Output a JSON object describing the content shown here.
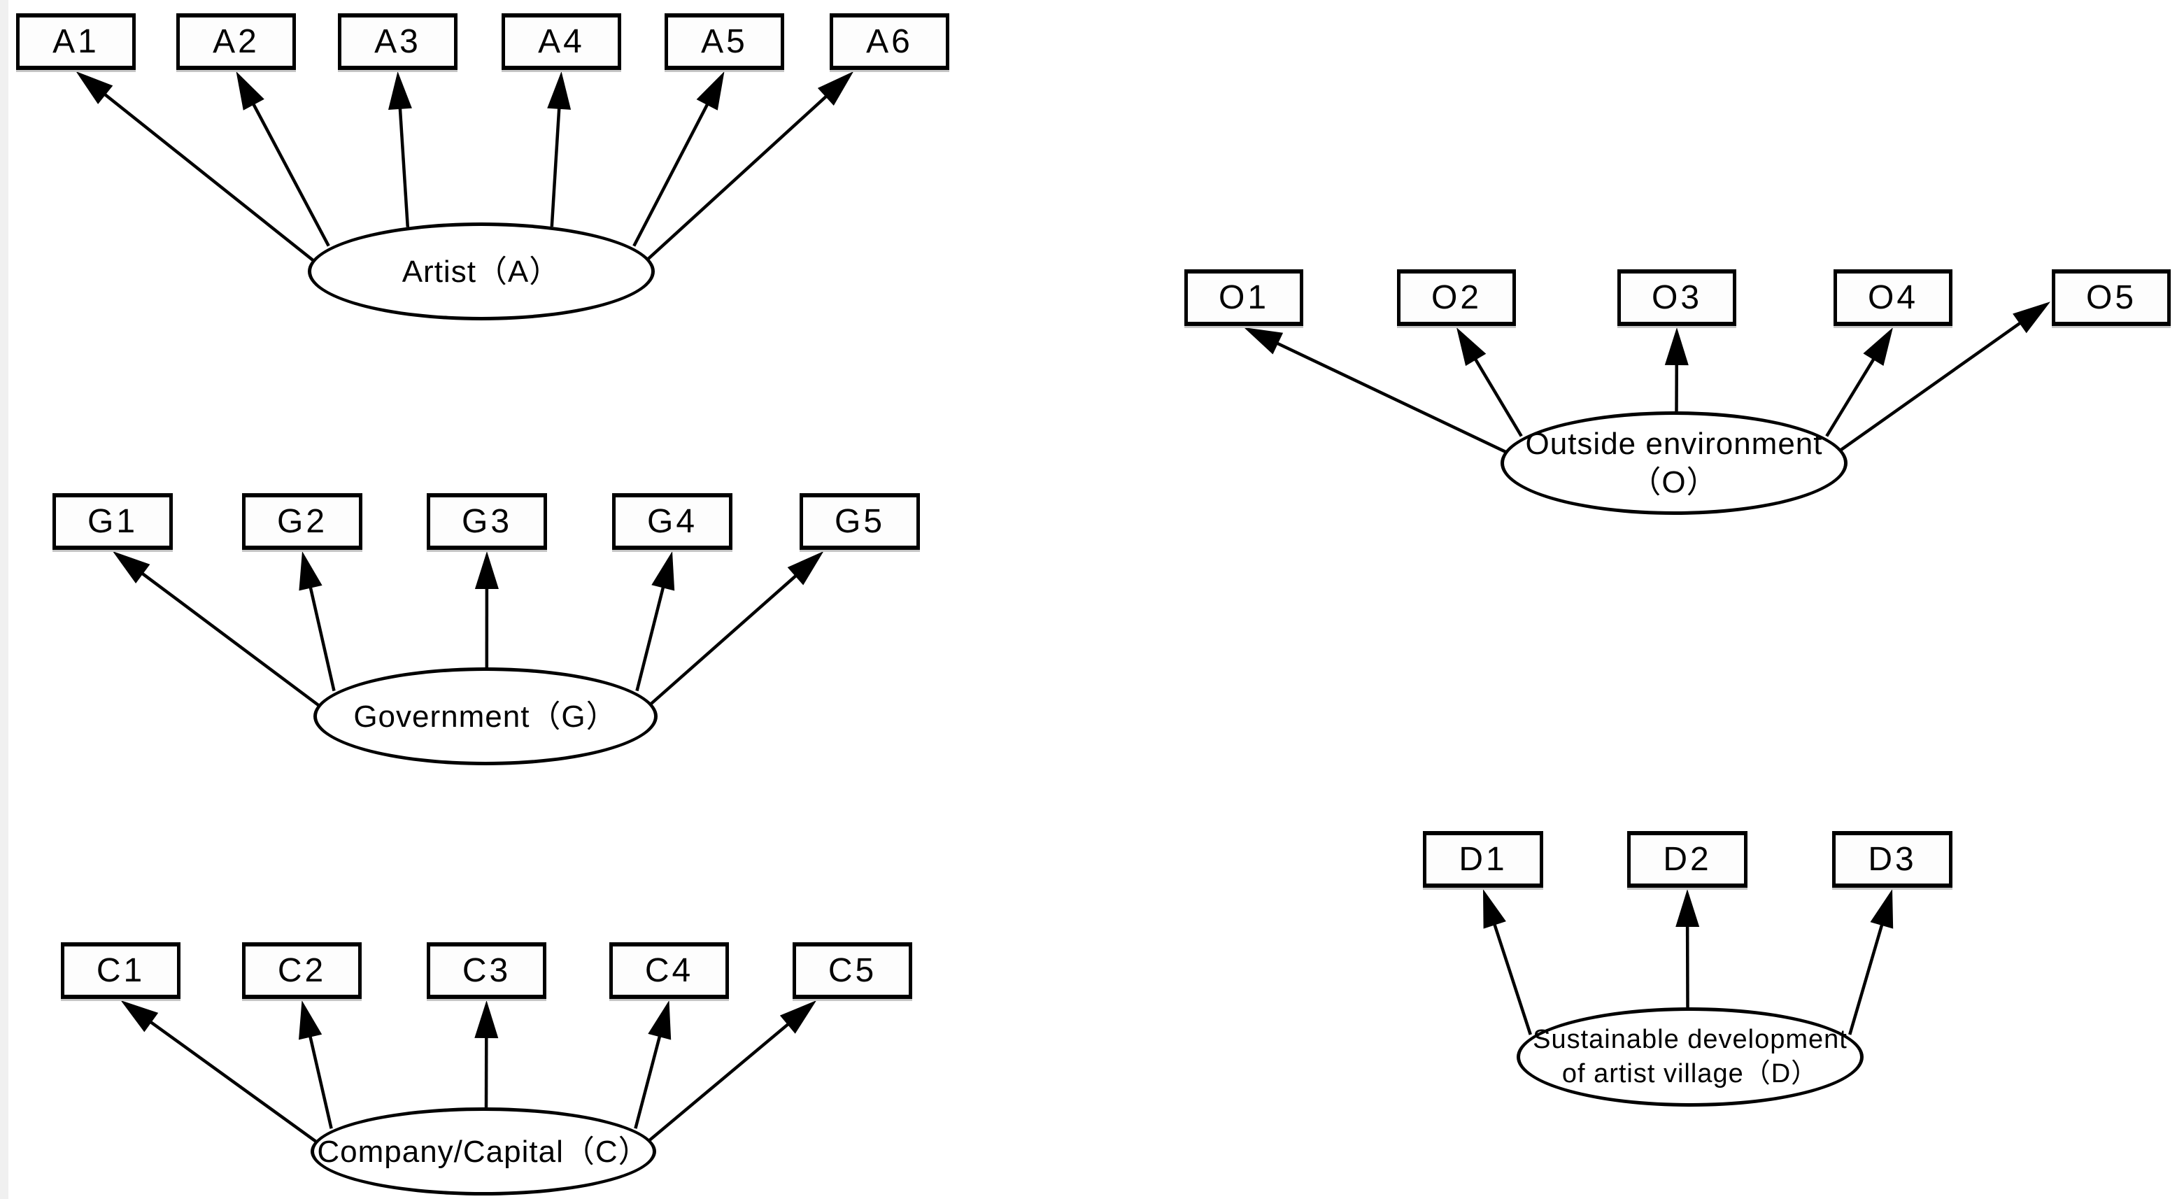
{
  "diagram": {
    "description": "Measurement model diagram: latent variables (ellipses) with arrows pointing to observed indicator boxes",
    "colors": {
      "stroke": "#000000",
      "box_fill": "#fdfdfd",
      "background": "#ffffff"
    },
    "groups": [
      {
        "name": "artist",
        "latent_lines": [
          "Artist（A）"
        ],
        "indicators": [
          "A1",
          "A2",
          "A3",
          "A4",
          "A5",
          "A6"
        ]
      },
      {
        "name": "government",
        "latent_lines": [
          "Government（G）"
        ],
        "indicators": [
          "G1",
          "G2",
          "G3",
          "G4",
          "G5"
        ]
      },
      {
        "name": "company-capital",
        "latent_lines": [
          "Company/Capital（C）"
        ],
        "indicators": [
          "C1",
          "C2",
          "C3",
          "C4",
          "C5"
        ]
      },
      {
        "name": "outside-environment",
        "latent_lines": [
          "Outside environment（O）"
        ],
        "indicators": [
          "O1",
          "O2",
          "O3",
          "O4",
          "O5"
        ]
      },
      {
        "name": "sustainable-development",
        "latent_lines": [
          "Sustainable development",
          "of artist village（D）"
        ],
        "indicators": [
          "D1",
          "D2",
          "D3"
        ]
      }
    ]
  }
}
